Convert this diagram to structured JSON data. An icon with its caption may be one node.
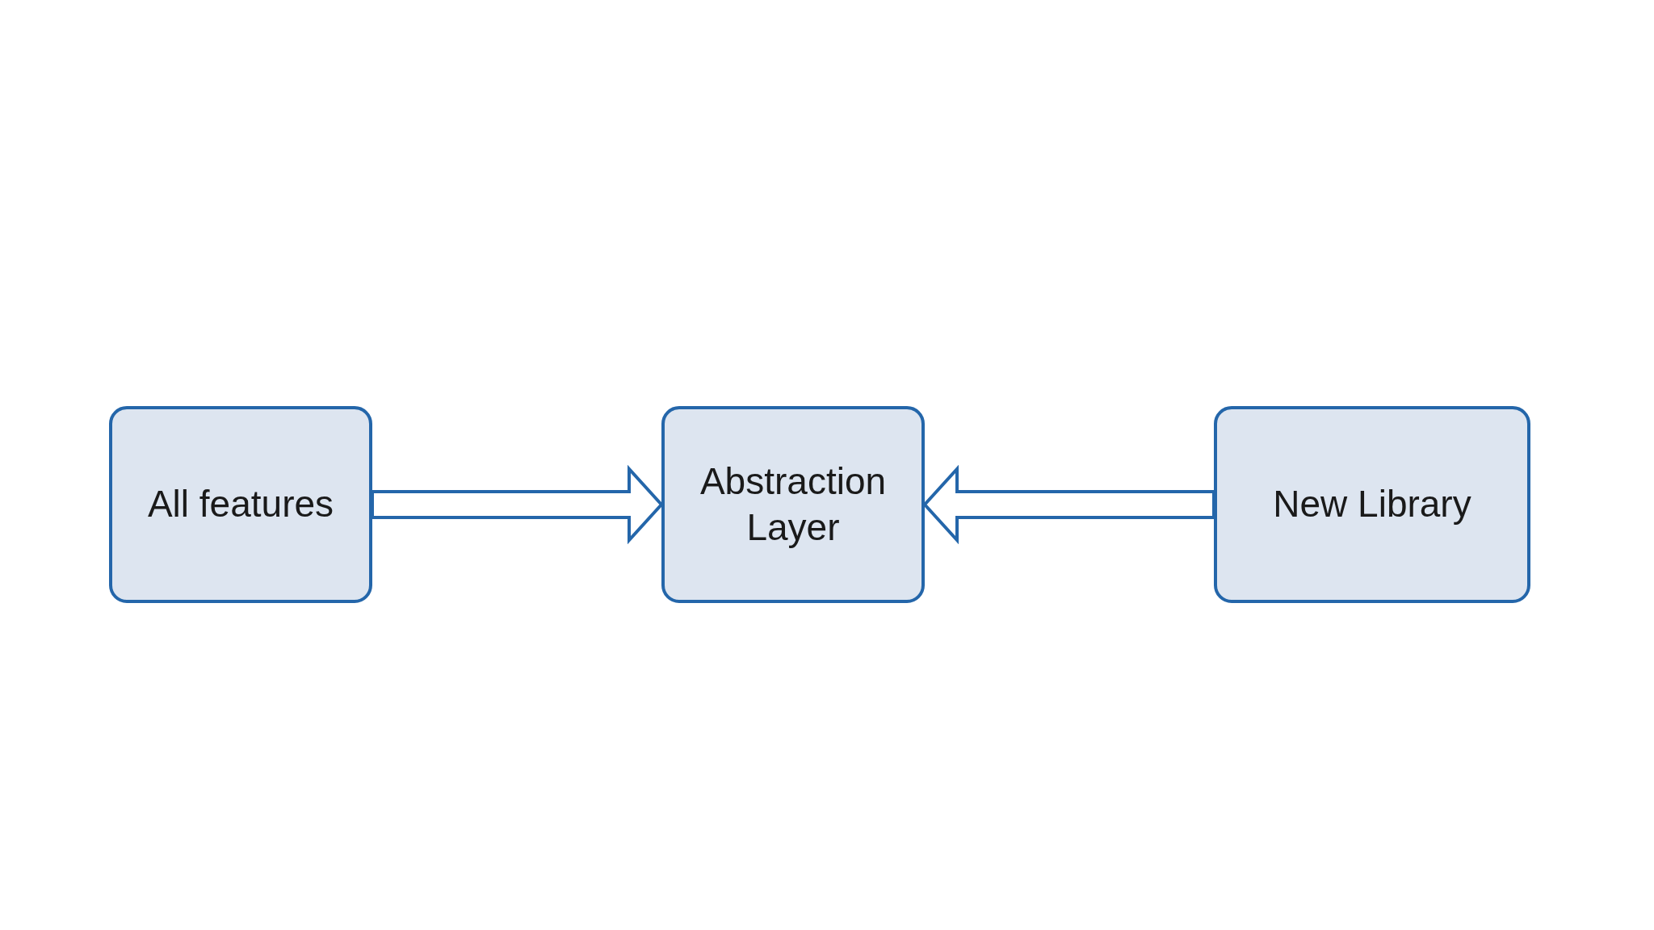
{
  "diagram": {
    "nodes": [
      {
        "text": [
          "All features"
        ]
      },
      {
        "text": [
          "Abstraction Layer"
        ]
      },
      {
        "text": [
          "New Library"
        ]
      }
    ],
    "edges": [
      {
        "from": 0,
        "to": 1,
        "arrow": "to"
      },
      {
        "from": 2,
        "to": 1,
        "arrow": "to"
      }
    ]
  }
}
